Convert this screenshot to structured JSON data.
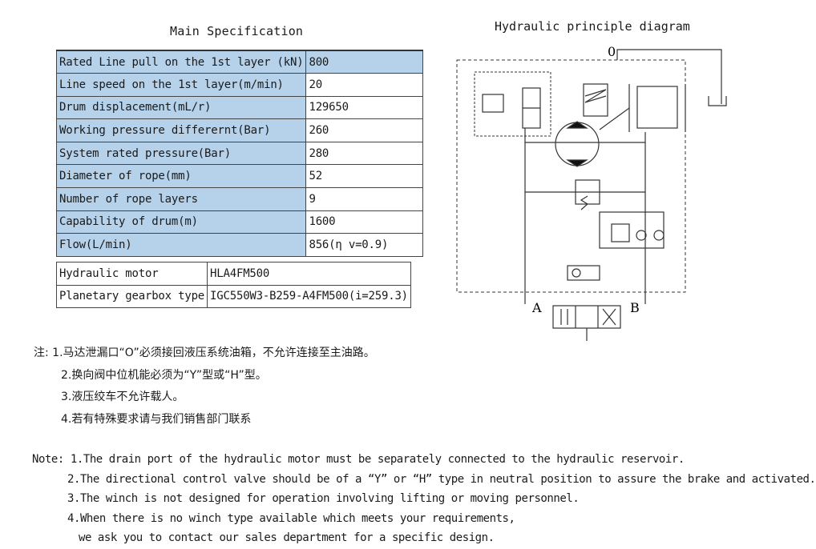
{
  "spec_title": "Main Specification",
  "diagram_title": "Hydraulic principle diagram",
  "spec_rows": [
    {
      "label": "Rated Line pull on the 1st layer (kN)",
      "value": "800"
    },
    {
      "label": "Line speed on the 1st layer(m/min)",
      "value": "20"
    },
    {
      "label": "Drum displacement(mL/r)",
      "value": "129650"
    },
    {
      "label": "Working pressure differernt(Bar)",
      "value": "260"
    },
    {
      "label": "System rated pressure(Bar)",
      "value": "280"
    },
    {
      "label": "Diameter of rope(mm)",
      "value": "52"
    },
    {
      "label": "Number of rope layers",
      "value": "9"
    },
    {
      "label": "Capability of drum(m)",
      "value": "1600"
    },
    {
      "label": "Flow(L/min)",
      "value": "856(η v=0.9)"
    }
  ],
  "spec_rows_wide": [
    {
      "label": "Hydraulic motor",
      "value": "HLA4FM500"
    },
    {
      "label": "Planetary gearbox type",
      "value": "IGC550W3-B259-A4FM500(i=259.3)"
    }
  ],
  "diagram_labels": {
    "port_o": "0",
    "port_a": "A",
    "port_b": "B"
  },
  "notes_cn": {
    "prefix": "注:",
    "items": [
      "1.马达泄漏口“O”必须接回液压系统油箱，不允许连接至主油路。",
      "2.换向阀中位机能必须为“Y”型或“H”型。",
      "3.液压绞车不允许载人。",
      "4.若有特殊要求请与我们销售部门联系"
    ]
  },
  "notes_en": {
    "prefix": "Note:",
    "items": [
      "1.The drain port of the hydraulic motor must be separately connected to the hydraulic reservoir.",
      "2.The directional control valve should be of a  “Y”  or  “H”  type in neutral position to assure the brake and activated.",
      "3.The winch is not designed for operation involving lifting or moving personnel.",
      "4.When there is no winch type available which meets your requirements,",
      "we ask you to contact our sales department for a specific design."
    ]
  },
  "colors": {
    "table_highlight": "#b6d2ea",
    "line": "#333333"
  }
}
